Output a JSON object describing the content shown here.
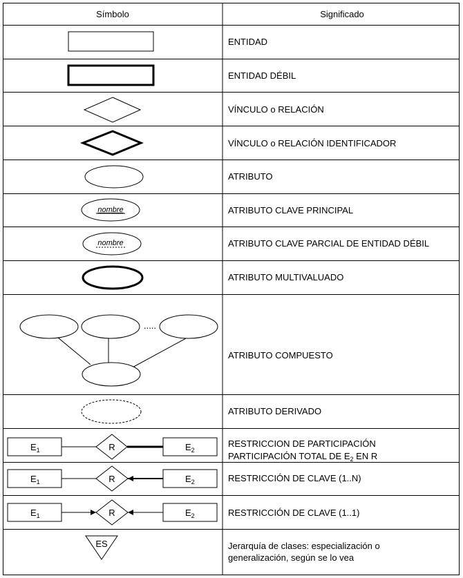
{
  "header": {
    "symbol": "Símbolo",
    "meaning": "Significado"
  },
  "rows": [
    {
      "id": "entity",
      "meaning": "ENTIDAD"
    },
    {
      "id": "weak-entity",
      "meaning": "ENTIDAD DÉBIL"
    },
    {
      "id": "relationship",
      "meaning": "VÍNCULO o RELACIÓN"
    },
    {
      "id": "identifying-relationship",
      "meaning": "VÍNCULO o RELACIÓN IDENTIFICADOR"
    },
    {
      "id": "attribute",
      "meaning": "ATRIBUTO"
    },
    {
      "id": "key-attribute",
      "meaning": "ATRIBUTO CLAVE PRINCIPAL",
      "symbol_text": "nombre"
    },
    {
      "id": "partial-key-attribute",
      "meaning": "ATRIBUTO CLAVE PARCIAL DE ENTIDAD DÉBIL",
      "symbol_text": "nombre"
    },
    {
      "id": "multivalued-attribute",
      "meaning": "ATRIBUTO MULTIVALUADO"
    },
    {
      "id": "composite-attribute",
      "meaning": "ATRIBUTO COMPUESTO",
      "symbol_text": "....."
    },
    {
      "id": "derived-attribute",
      "meaning": "ATRIBUTO DERIVADO"
    },
    {
      "id": "participation-constraint",
      "meaning_line1": "RESTRICCION DE PARTICIPACIÓN",
      "meaning_line2_pre": "PARTICIPACIÓN TOTAL DE E",
      "meaning_line2_sub": "2",
      "meaning_line2_post": " EN R",
      "e1": "E",
      "e1_sub": "1",
      "r": "R",
      "e2": "E",
      "e2_sub": "2"
    },
    {
      "id": "key-constraint-1n",
      "meaning": "RESTRICCIÓN DE CLAVE (1..N)",
      "e1": "E",
      "e1_sub": "1",
      "r": "R",
      "e2": "E",
      "e2_sub": "2"
    },
    {
      "id": "key-constraint-11",
      "meaning": "RESTRICCIÓN DE CLAVE (1..1)",
      "e1": "E",
      "e1_sub": "1",
      "r": "R",
      "e2": "E",
      "e2_sub": "2"
    },
    {
      "id": "class-hierarchy",
      "meaning_line1": "Jerarquía de clases: especialización o",
      "meaning_line2": "generalización, según se lo vea",
      "symbol_text": "ES"
    }
  ]
}
